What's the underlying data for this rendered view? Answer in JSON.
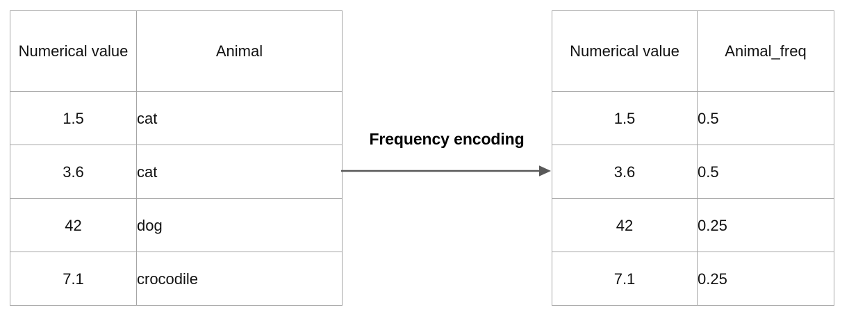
{
  "diagram": {
    "type": "transformation",
    "title_text": "Frequency encoding",
    "arrow_icon": "arrow-right-icon",
    "border_color": "#a6a6a6",
    "text_color": "#111111",
    "arrow_color": "#595959",
    "background_color": "#ffffff"
  },
  "source_table": {
    "name": "source-table",
    "headers": [
      "Numerical value",
      "Animal"
    ],
    "rows": [
      {
        "numerical_value": "1.5",
        "animal": "cat"
      },
      {
        "numerical_value": "3.6",
        "animal": "cat"
      },
      {
        "numerical_value": "42",
        "animal": "dog"
      },
      {
        "numerical_value": "7.1",
        "animal": "crocodile"
      }
    ]
  },
  "result_table": {
    "name": "result-table",
    "headers": [
      "Numerical value",
      "Animal_freq"
    ],
    "rows": [
      {
        "numerical_value": "1.5",
        "animal_freq": "0.5"
      },
      {
        "numerical_value": "3.6",
        "animal_freq": "0.5"
      },
      {
        "numerical_value": "42",
        "animal_freq": "0.25"
      },
      {
        "numerical_value": "7.1",
        "animal_freq": "0.25"
      }
    ]
  }
}
